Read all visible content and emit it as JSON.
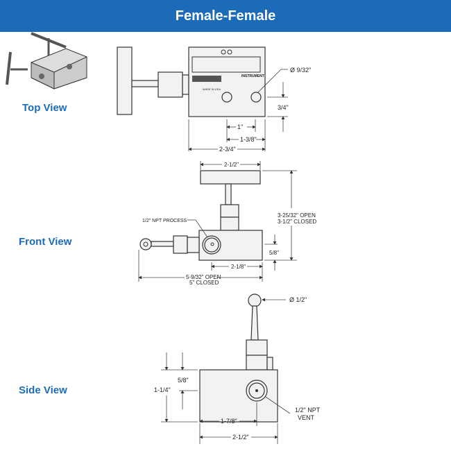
{
  "header": {
    "title": "Female-Female"
  },
  "views": {
    "top": {
      "label": "Top View",
      "dims": {
        "hole_dia": "Ø 9/32\"",
        "height": "3/4\"",
        "spacing": "1\"",
        "offset": "1-3/8\"",
        "width": "2-3/4\""
      },
      "marks": {
        "instrument": "INSTRUMENT",
        "made_in": "MADE IN USA"
      }
    },
    "front": {
      "label": "Front View",
      "dims": {
        "handle": "2-1/2\"",
        "height_open": "3-25/32\" OPEN",
        "height_closed": "3-1/2\" CLOSED",
        "port_height": "5/8\"",
        "port_offset": "2-1/8\"",
        "length_open": "5-9/32\" OPEN",
        "length_closed": "5\" CLOSED"
      },
      "callout": "1/2\" NPT PROCESS"
    },
    "side": {
      "label": "Side View",
      "dims": {
        "ball": "Ø 1/2\"",
        "height": "1-1/4\"",
        "port_height": "5/8\"",
        "port_offset": "1-7/8\"",
        "width": "2-1/2\""
      },
      "callout_line1": "1/2\" NPT",
      "callout_line2": "VENT"
    }
  }
}
